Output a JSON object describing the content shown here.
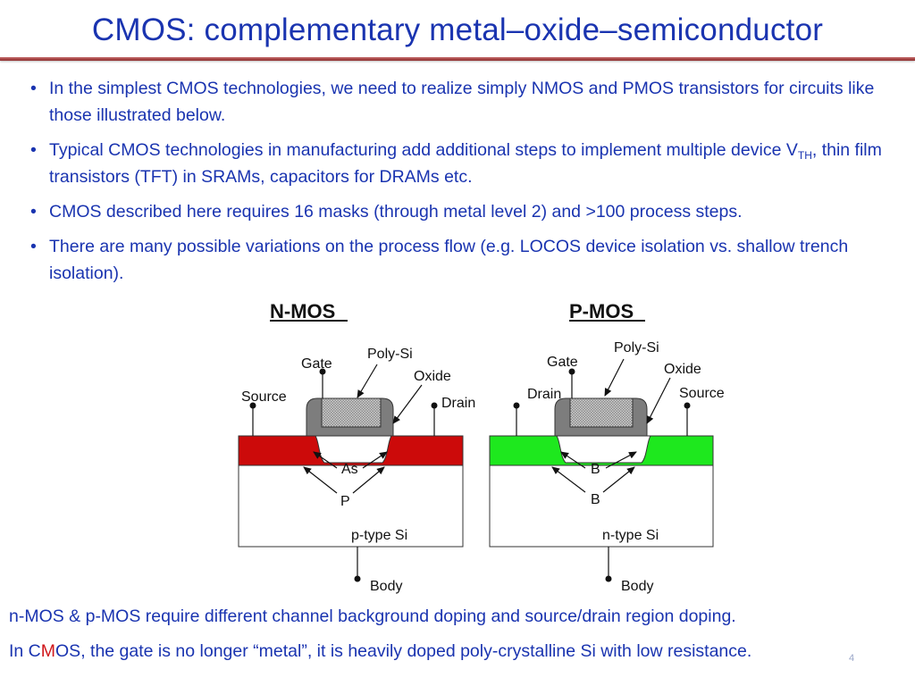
{
  "title": "CMOS: complementary metal–oxide–semiconductor",
  "bullets": {
    "b1": "In the simplest CMOS technologies, we need to realize simply NMOS and PMOS transistors for circuits like those illustrated below.",
    "b2_a": "Typical CMOS technologies in manufacturing add additional steps to implement multiple device V",
    "b2_sub": "TH",
    "b2_b": ", thin film transistors (TFT) in SRAMs, capacitors for DRAMs etc.",
    "b3": "CMOS described here requires 16 masks (through metal level 2) and >100 process steps.",
    "b4": "There are many possible variations on the process flow (e.g. LOCOS device isolation vs. shallow trench isolation)."
  },
  "nmos": {
    "title": "N-MOS",
    "gate": "Gate",
    "polysi": "Poly-Si",
    "oxide": "Oxide",
    "source": "Source",
    "drain": "Drain",
    "dopant": "As",
    "channel": "P",
    "substrate": "p-type Si",
    "body": "Body",
    "color": "#cc0a0a"
  },
  "pmos": {
    "title": "P-MOS",
    "gate": "Gate",
    "polysi": "Poly-Si",
    "oxide": "Oxide",
    "source": "Source",
    "drain": "Drain",
    "dopant": "B",
    "channel": "B",
    "substrate": "n-type Si",
    "body": "Body",
    "color": "#1ee81e"
  },
  "footer": {
    "line1": "n-MOS & p-MOS require different channel background doping and source/drain region doping.",
    "line2_a": "In C",
    "line2_b": "M",
    "line2_c": "OS, the gate is no longer “metal”, it is heavily doped poly-crystalline Si with low resistance."
  },
  "page_number": "4"
}
